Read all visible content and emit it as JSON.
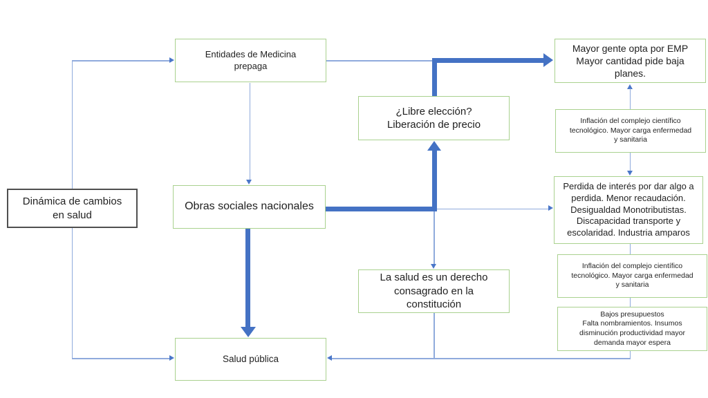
{
  "diagram": {
    "colors": {
      "node_border_green": "#a9d18e",
      "node_border_dark": "#4f4f4f",
      "connector_thin": "#8faadc",
      "connector_thick": "#4472c4",
      "arrowhead": "#4a77c9",
      "text": "#1f1f1f",
      "background": "#ffffff"
    },
    "nodes": {
      "dinamica": {
        "label": "Dinámica de cambios\nen salud"
      },
      "entidades": {
        "label": "Entidades de Medicina\nprepaga"
      },
      "obras": {
        "label": "Obras sociales nacionales"
      },
      "libre_eleccion": {
        "label": "¿Libre elección?\nLiberación de precio"
      },
      "salud_derecho": {
        "label": "La salud es un derecho\nconsagrado en la\nconstitución"
      },
      "salud_publica": {
        "label": "Salud pública"
      },
      "mayor_gente": {
        "label": "Mayor gente opta por EMP\nMayor cantidad pide baja\nplanes."
      },
      "inflacion_1": {
        "label": "Inflación del complejo científico\ntecnológico. Mayor carga enfermedad\ny sanitaria"
      },
      "perdida": {
        "label": "Perdida de interés por dar algo a\nperdida. Menor recaudación.\nDesigualdad Monotributistas.\nDiscapacidad transporte y\nescolaridad. Industria amparos"
      },
      "inflacion_2": {
        "label": "Inflación del complejo científico\ntecnológico. Mayor carga enfermedad\ny sanitaria"
      },
      "bajos": {
        "label": "Bajos presupuestos\nFalta nombramientos. Insumos\ndisminución productividad mayor\ndemanda mayor espera"
      }
    },
    "edges": [
      {
        "from": "dinamica",
        "to": "entidades",
        "style": "thin",
        "arrow": "end"
      },
      {
        "from": "dinamica",
        "to": "salud_publica",
        "style": "thin",
        "arrow": "end"
      },
      {
        "from": "entidades",
        "to": "obras",
        "style": "thin",
        "arrow": "end"
      },
      {
        "from": "entidades",
        "to": "mayor_gente",
        "style": "thin",
        "arrow": "none"
      },
      {
        "from": "obras",
        "to": "libre_eleccion",
        "style": "thick",
        "arrow": "end"
      },
      {
        "from": "libre_eleccion",
        "to": "mayor_gente",
        "style": "thick",
        "arrow": "end"
      },
      {
        "from": "obras",
        "to": "salud_publica",
        "style": "thick",
        "arrow": "end"
      },
      {
        "from": "obras",
        "to": "perdida",
        "style": "thin",
        "arrow": "end"
      },
      {
        "from": "obras",
        "to": "salud_derecho",
        "style": "thin",
        "arrow": "end"
      },
      {
        "from": "salud_derecho",
        "to": "salud_publica",
        "style": "thin",
        "arrow": "end"
      },
      {
        "from": "inflacion_1",
        "to": "mayor_gente",
        "style": "thin",
        "arrow": "end"
      },
      {
        "from": "inflacion_1",
        "to": "perdida",
        "style": "thin",
        "arrow": "end"
      },
      {
        "from": "perdida",
        "to": "inflacion_2",
        "style": "thin",
        "arrow": "none"
      },
      {
        "from": "inflacion_2",
        "to": "bajos",
        "style": "thin",
        "arrow": "none"
      },
      {
        "from": "bajos",
        "to": "salud_publica",
        "style": "thin",
        "arrow": "end"
      }
    ]
  }
}
